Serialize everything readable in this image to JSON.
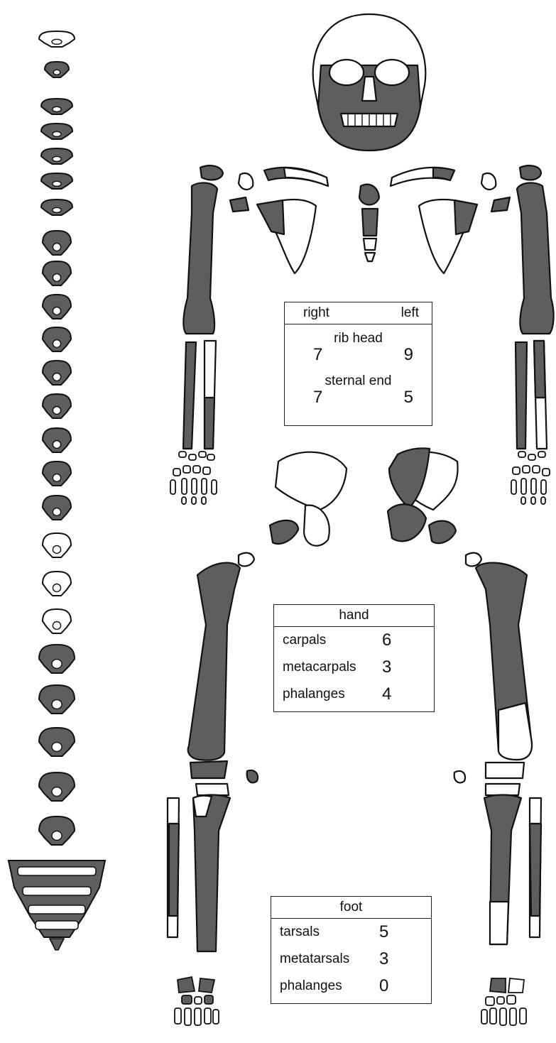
{
  "rib_table": {
    "col_right": "right",
    "col_left": "left",
    "rib_head_label": "rib head",
    "rib_head_right": "7",
    "rib_head_left": "9",
    "sternal_end_label": "sternal end",
    "sternal_end_right": "7",
    "sternal_end_left": "5"
  },
  "hand_table": {
    "title": "hand",
    "rows": [
      {
        "label": "carpals",
        "value": "6"
      },
      {
        "label": "metacarpals",
        "value": "3"
      },
      {
        "label": "phalanges",
        "value": "4"
      }
    ]
  },
  "foot_table": {
    "title": "foot",
    "rows": [
      {
        "label": "tarsals",
        "value": "5"
      },
      {
        "label": "metatarsals",
        "value": "3"
      },
      {
        "label": "phalanges",
        "value": "0"
      }
    ]
  },
  "colors": {
    "present_bone": "#5e5e5e",
    "absent_bone": "#ffffff",
    "outline": "#111111"
  }
}
